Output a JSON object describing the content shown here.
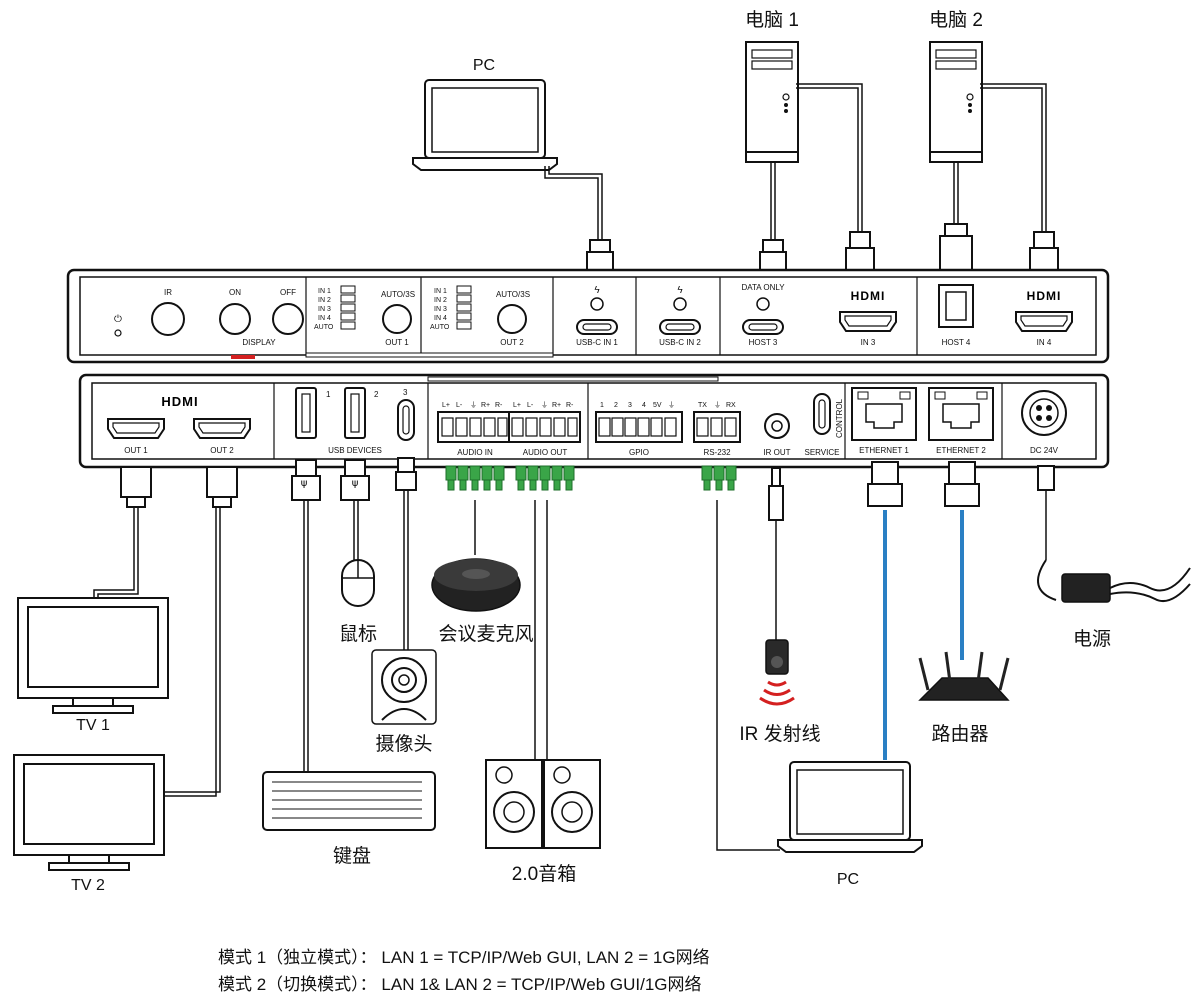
{
  "top_devices": {
    "pc_top": "PC",
    "computer1": "电脑 1",
    "computer2": "电脑 2"
  },
  "top_panel": {
    "ir": "IR",
    "on": "ON",
    "off": "OFF",
    "display": "DISPLAY",
    "in_labels": [
      "IN 1",
      "IN 2",
      "IN 3",
      "IN 4",
      "AUTO"
    ],
    "auto3s": "AUTO/3S",
    "out1": "OUT 1",
    "out2": "OUT 2",
    "usbc_in1": "USB-C IN 1",
    "usbc_in2": "USB-C IN 2",
    "data_only": "DATA ONLY",
    "host3": "HOST 3",
    "hdmi_logo": "HDMI",
    "in3": "IN 3",
    "host4": "HOST 4",
    "in4": "IN 4"
  },
  "bottom_panel": {
    "hdmi_logo": "HDMI",
    "out1": "OUT 1",
    "out2": "OUT 2",
    "usb_devices": "USB DEVICES",
    "usb_nums": [
      "1",
      "2",
      "3"
    ],
    "audio_pins": [
      "L+",
      "L-",
      "⏚",
      "R+",
      "R-"
    ],
    "audio_in": "AUDIO IN",
    "audio_out": "AUDIO OUT",
    "gpio_pins": [
      "1",
      "2",
      "3",
      "4",
      "5V",
      "⏚"
    ],
    "gpio": "GPIO",
    "rs232_pins": [
      "TX",
      "⏚",
      "RX"
    ],
    "rs232": "RS-232",
    "ir_out": "IR OUT",
    "service": "SERVICE",
    "control": "CONTROL",
    "ethernet1": "ETHERNET 1",
    "ethernet2": "ETHERNET 2",
    "dc24v": "DC 24V"
  },
  "peripherals": {
    "tv1": "TV 1",
    "tv2": "TV 2",
    "mouse": "鼠标",
    "camera": "摄像头",
    "keyboard": "键盘",
    "mic": "会议麦克风",
    "speakers": "2.0音箱",
    "ir_emitter": "IR 发射线",
    "router": "路由器",
    "pc_bottom": "PC",
    "power": "电源"
  },
  "notes": [
    "模式 1（独立模式）：  LAN 1 = TCP/IP/Web GUI, LAN 2 = 1G网络",
    "模式 2（切换模式）：  LAN 1& LAN 2 = TCP/IP/Web GUI/1G网络"
  ],
  "colors": {
    "network_cable": "#2a7fc4",
    "terminal_green": "#3aa548",
    "ir_red": "#d42020",
    "display_accent": "#d42020"
  }
}
